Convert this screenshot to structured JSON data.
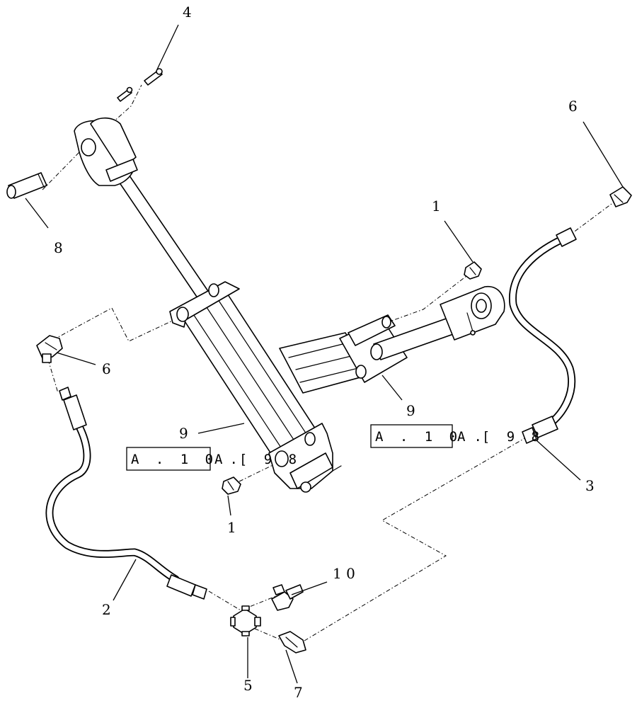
{
  "callouts": {
    "c1a": "1",
    "c1b": "1",
    "c2": "2",
    "c3": "3",
    "c4": "4",
    "c5": "5",
    "c6a": "6",
    "c6b": "6",
    "c7": "7",
    "c8": "8",
    "c9a": "9",
    "c9b": "9",
    "c10": "1 0"
  },
  "refs": {
    "left_boxed": "A . 1 0 .",
    "left_tail": "A [ 9 8",
    "right_boxed": "A . 1 0 .",
    "right_tail": "A [ 9 8"
  }
}
